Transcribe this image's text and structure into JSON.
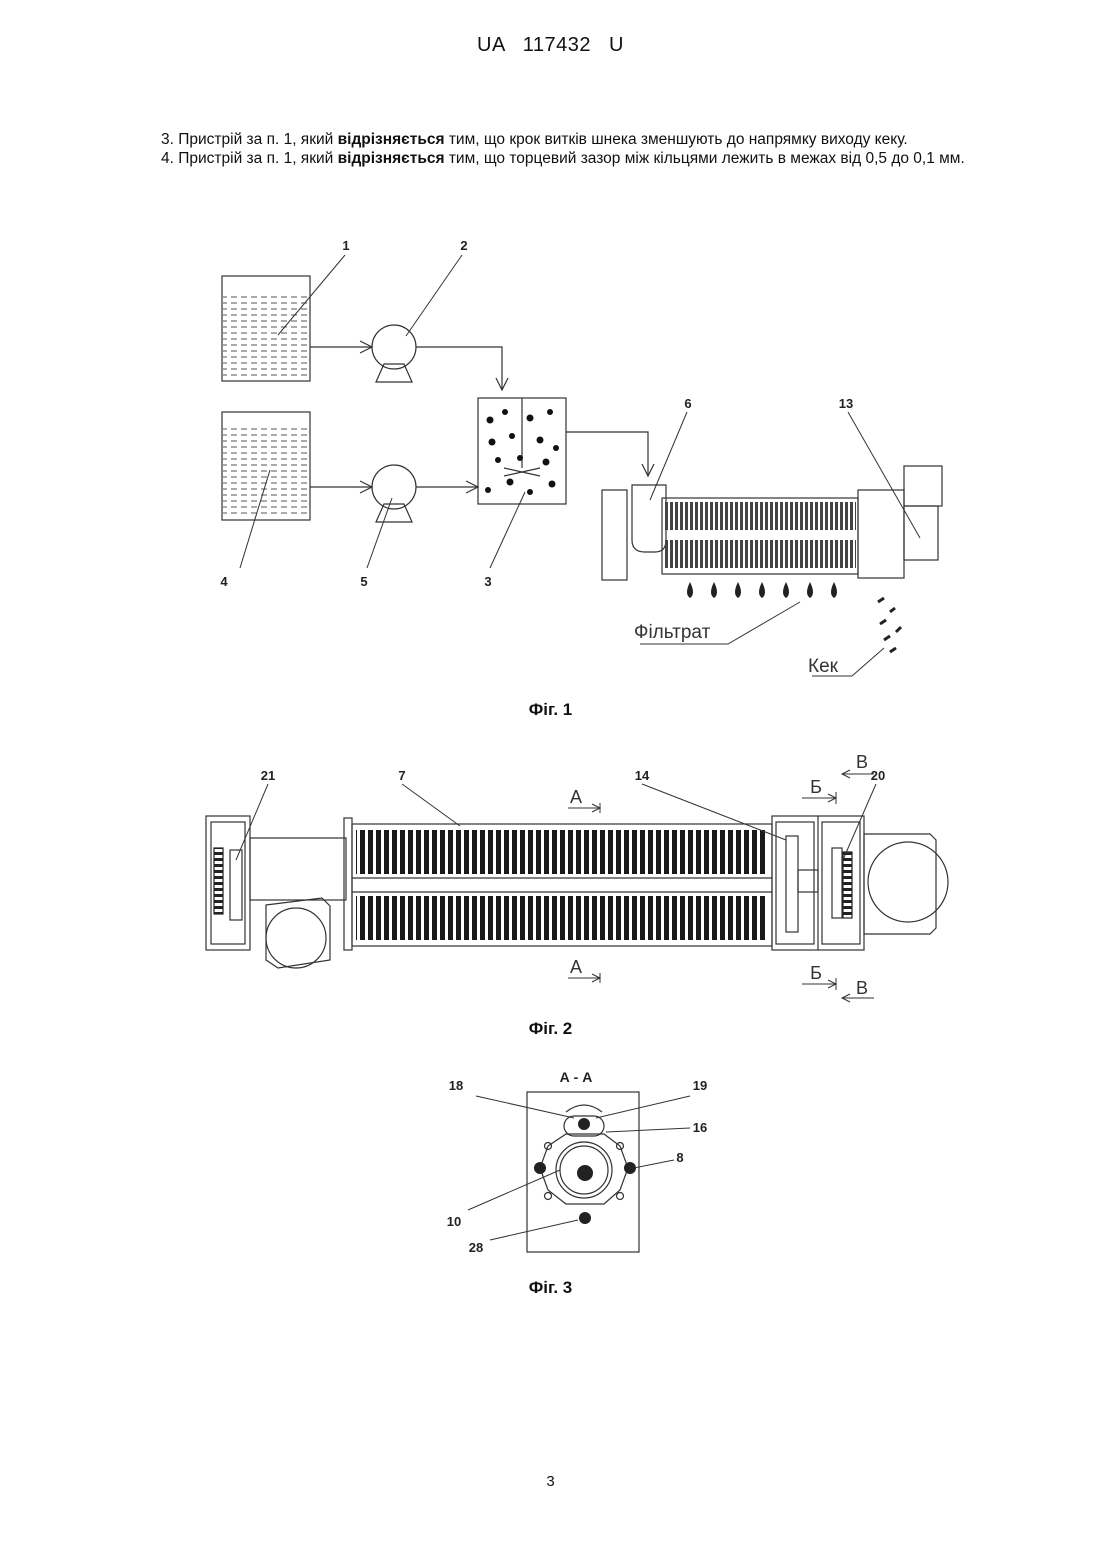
{
  "header": {
    "doc_number": "UA   117432   U"
  },
  "claims": [
    {
      "before": "3. Пристрій за п. 1, який ",
      "bold": "відрізняється",
      "after": " тим, що крок витків шнека зменшують до напрямку виходу кеку."
    },
    {
      "before": "4. Пристрій за п. 1, який ",
      "bold": "відрізняється",
      "after": " тим, що торцевий зазор між кільцями лежить в межах від 0,5 до 0,1 мм."
    }
  ],
  "figures": {
    "fig1": {
      "caption": "Фіг. 1",
      "labels": {
        "l1": "1",
        "l2": "2",
        "l3": "3",
        "l4": "4",
        "l5": "5",
        "l6": "6",
        "l13": "13"
      },
      "filtrate": "Фільтрат",
      "cake": "Кек"
    },
    "fig2": {
      "caption": "Фіг. 2",
      "labels": {
        "l21": "21",
        "l7": "7",
        "l14": "14",
        "l20": "20"
      },
      "section_a": "А",
      "section_b": "Б",
      "section_v": "В"
    },
    "fig3": {
      "caption": "Фіг. 3",
      "title": "А - А",
      "labels": {
        "l18": "18",
        "l19": "19",
        "l16": "16",
        "l8": "8",
        "l10": "10",
        "l28": "28"
      }
    }
  },
  "page_number": "3"
}
